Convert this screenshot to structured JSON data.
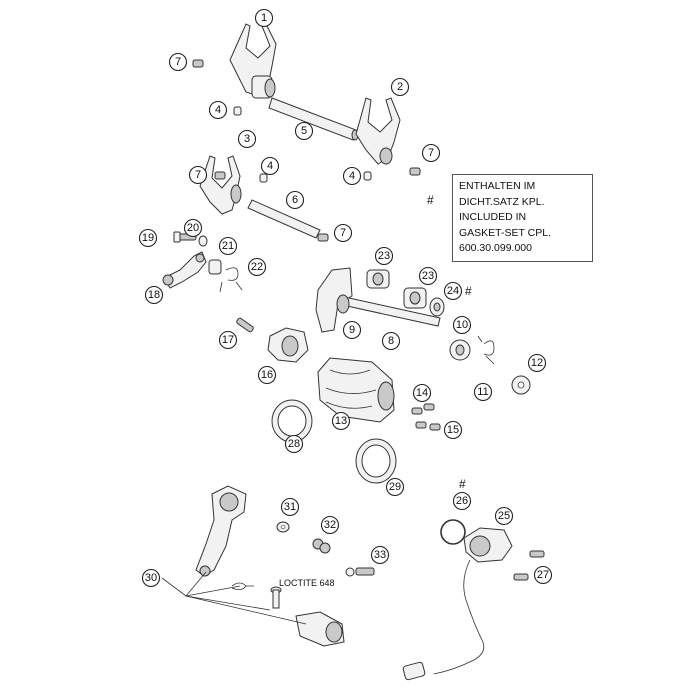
{
  "diagram": {
    "callout_numbers": [
      "1",
      "2",
      "3",
      "4",
      "5",
      "6",
      "7",
      "8",
      "9",
      "10",
      "11",
      "12",
      "13",
      "14",
      "15",
      "16",
      "17",
      "18",
      "19",
      "20",
      "21",
      "22",
      "23",
      "24",
      "25",
      "26",
      "27",
      "28",
      "29",
      "30",
      "31",
      "32",
      "33"
    ],
    "note": {
      "marker": "#",
      "lines": [
        "ENTHALTEN IM",
        "DICHT.SATZ KPL.",
        "INCLUDED IN",
        "GASKET-SET CPL.",
        "600.30.099.000"
      ]
    },
    "hash_markers": [
      "#",
      "#"
    ],
    "loctite_label": "LOCTITE 648"
  }
}
